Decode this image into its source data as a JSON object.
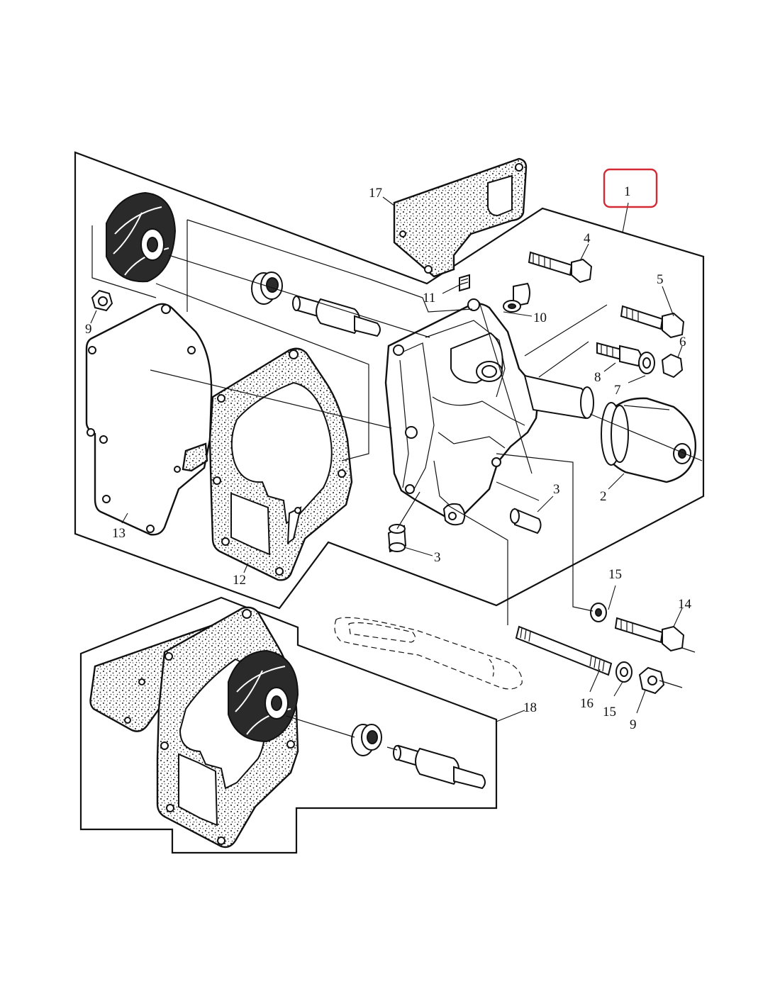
{
  "labels": {
    "l1": "1",
    "l2": "2",
    "l3a": "3",
    "l3b": "3",
    "l4": "4",
    "l5": "5",
    "l6": "6",
    "l7": "7",
    "l8": "8",
    "l9a": "9",
    "l9b": "9",
    "l10": "10",
    "l11": "11",
    "l12": "12",
    "l13": "13",
    "l14": "14",
    "l15a": "15",
    "l15b": "15",
    "l16": "16",
    "l17": "17",
    "l18": "18"
  },
  "highlight": {
    "target": "1",
    "color": "#d42a36"
  }
}
